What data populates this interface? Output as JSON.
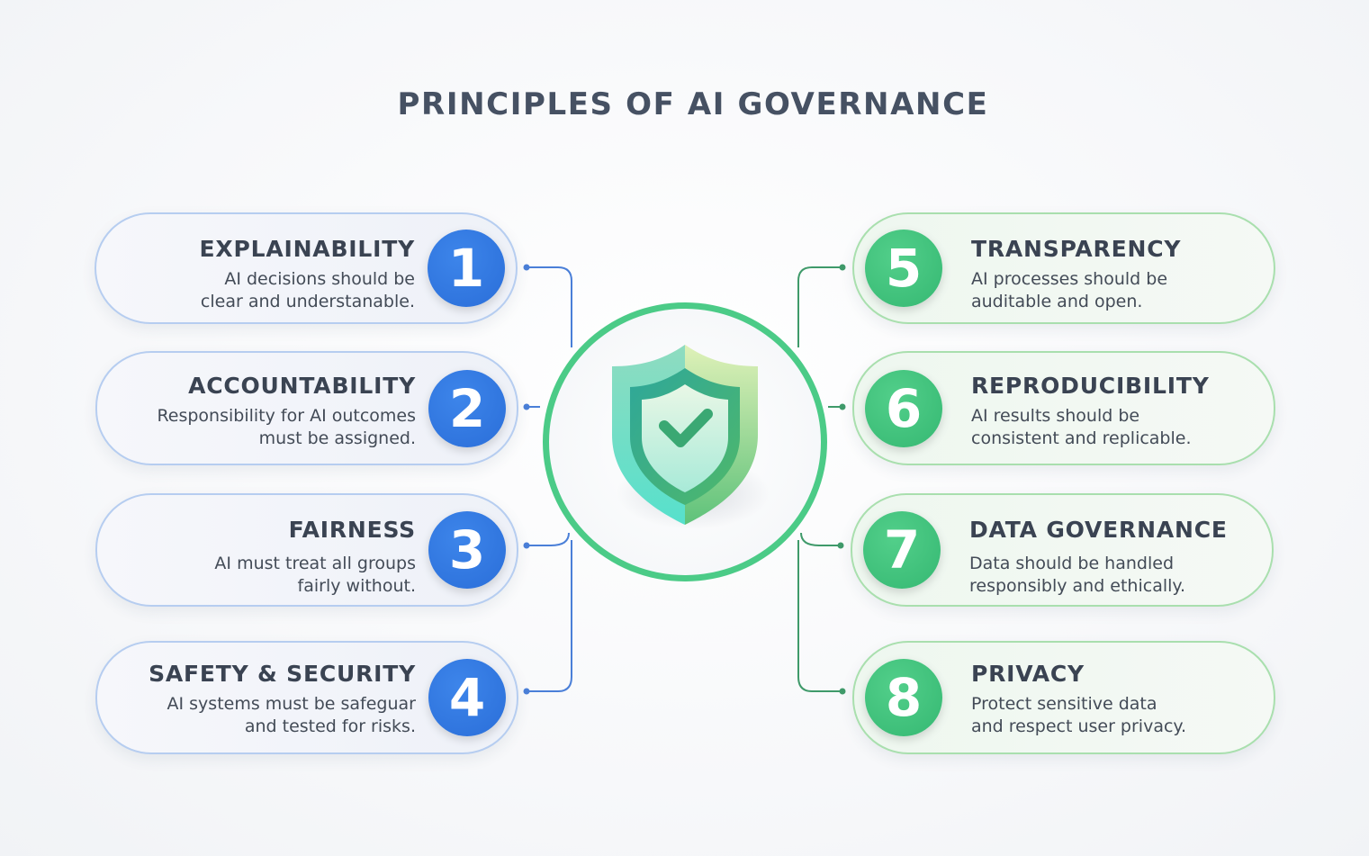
{
  "title": "PRINCIPLES OF AI GOVERNANCE",
  "colors": {
    "left_accent": "#2f74de",
    "right_accent": "#3fc27c",
    "left_border": "#b6cdf0",
    "right_border": "#a9dfae",
    "title": "#465163"
  },
  "center": {
    "icon": "shield-check-icon"
  },
  "principles_left": [
    {
      "number": "1",
      "heading": "EXPLAINABILITY",
      "line1": "AI decisions should be",
      "line2": "clear and understanable."
    },
    {
      "number": "2",
      "heading": "ACCOUNTABILITY",
      "line1": "Responsibility for AI outcomes",
      "line2": "must be assigned."
    },
    {
      "number": "3",
      "heading": "FAIRNESS",
      "line1": "AI must treat all groups",
      "line2": "fairly without."
    },
    {
      "number": "4",
      "heading": "SAFETY & SECURITY",
      "line1": "AI systems must be safeguar",
      "line2": "and tested for risks."
    }
  ],
  "principles_right": [
    {
      "number": "5",
      "heading": "TRANSPARENCY",
      "line1": "AI processes should be",
      "line2": "auditable and open."
    },
    {
      "number": "6",
      "heading": "REPRODUCIBILITY",
      "line1": "AI results should be",
      "line2": "consistent and replicable."
    },
    {
      "number": "7",
      "heading": "DATA GOVERNANCE",
      "line1": "Data should be handled",
      "line2": "responsibly and ethically."
    },
    {
      "number": "8",
      "heading": "PRIVACY",
      "line1": "Protect sensitive data",
      "line2": "and respect user privacy."
    }
  ]
}
